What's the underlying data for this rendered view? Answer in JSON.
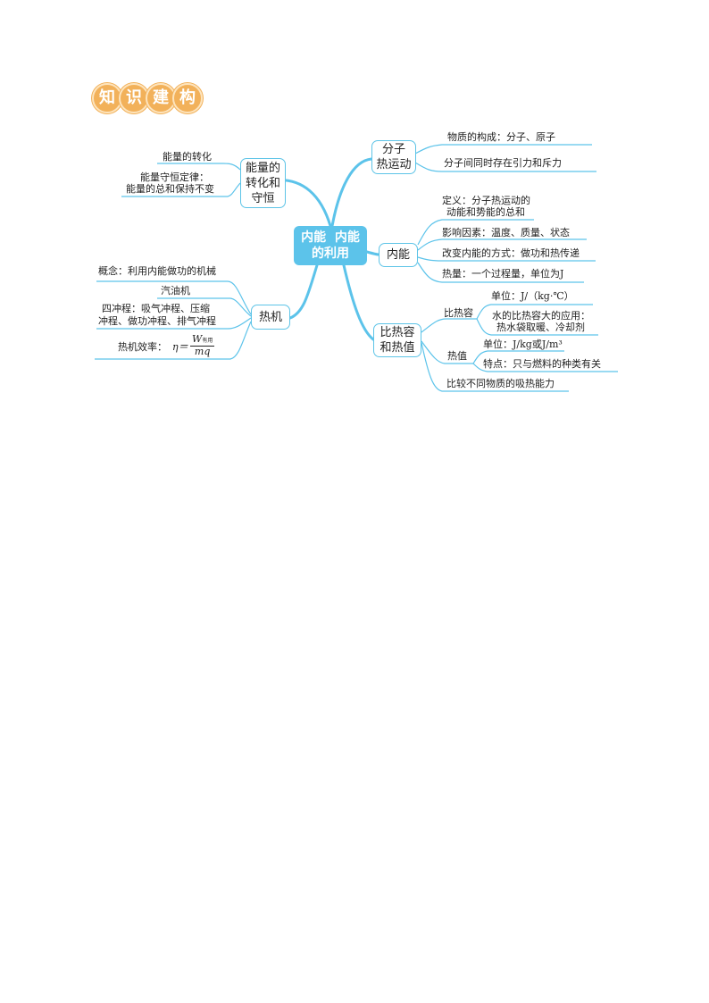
{
  "header": {
    "chars": [
      "知",
      "识",
      "建",
      "构"
    ]
  },
  "center": {
    "line1": "内能  内能",
    "line2": "的利用"
  },
  "branches": {
    "energy": {
      "l1": "能量的",
      "l2": "转化和",
      "l3": "守恒",
      "conversion": "能量的转化",
      "law_l1": "能量守恒定律：",
      "law_l2": "能量的总和保持不变"
    },
    "engine": {
      "label": "热机",
      "concept": "概念：利用内能做功的机械",
      "gasoline": "汽油机",
      "strokes_l1": "四冲程：吸气冲程、压缩",
      "strokes_l2": "冲程、做功冲程、排气冲程",
      "eff_prefix": "热机效率：",
      "eff_eta": "η＝",
      "eff_num": "W",
      "eff_sub": "有用",
      "eff_den": "mq"
    },
    "molecular": {
      "l1": "分子",
      "l2": "热运动",
      "composition": "物质的构成：分子、原子",
      "forces": "分子间同时存在引力和斥力"
    },
    "internal": {
      "label": "内能",
      "def_l1": "定义：分子热运动的",
      "def_l2": "动能和势能的总和",
      "factors": "影响因素：温度、质量、状态",
      "methods": "改变内能的方式：做功和热传递",
      "heat": "热量：一个过程量，单位为J"
    },
    "capacity": {
      "l1": "比热容",
      "l2": "和热值",
      "shc": "比热容",
      "shc_unit": "单位：J/（kg·℃）",
      "shc_app_l1": "水的比热容大的应用：",
      "shc_app_l2": "热水袋取暖、冷却剂",
      "hv": "热值",
      "hv_unit": "单位：J/kg或J/m³",
      "hv_feature": "特点：只与燃料的种类有关",
      "compare": "比较不同物质的吸热能力"
    }
  },
  "colors": {
    "accent": "#5cc3ea",
    "badge": "#f2b15a",
    "line": "#5cc3ea"
  }
}
